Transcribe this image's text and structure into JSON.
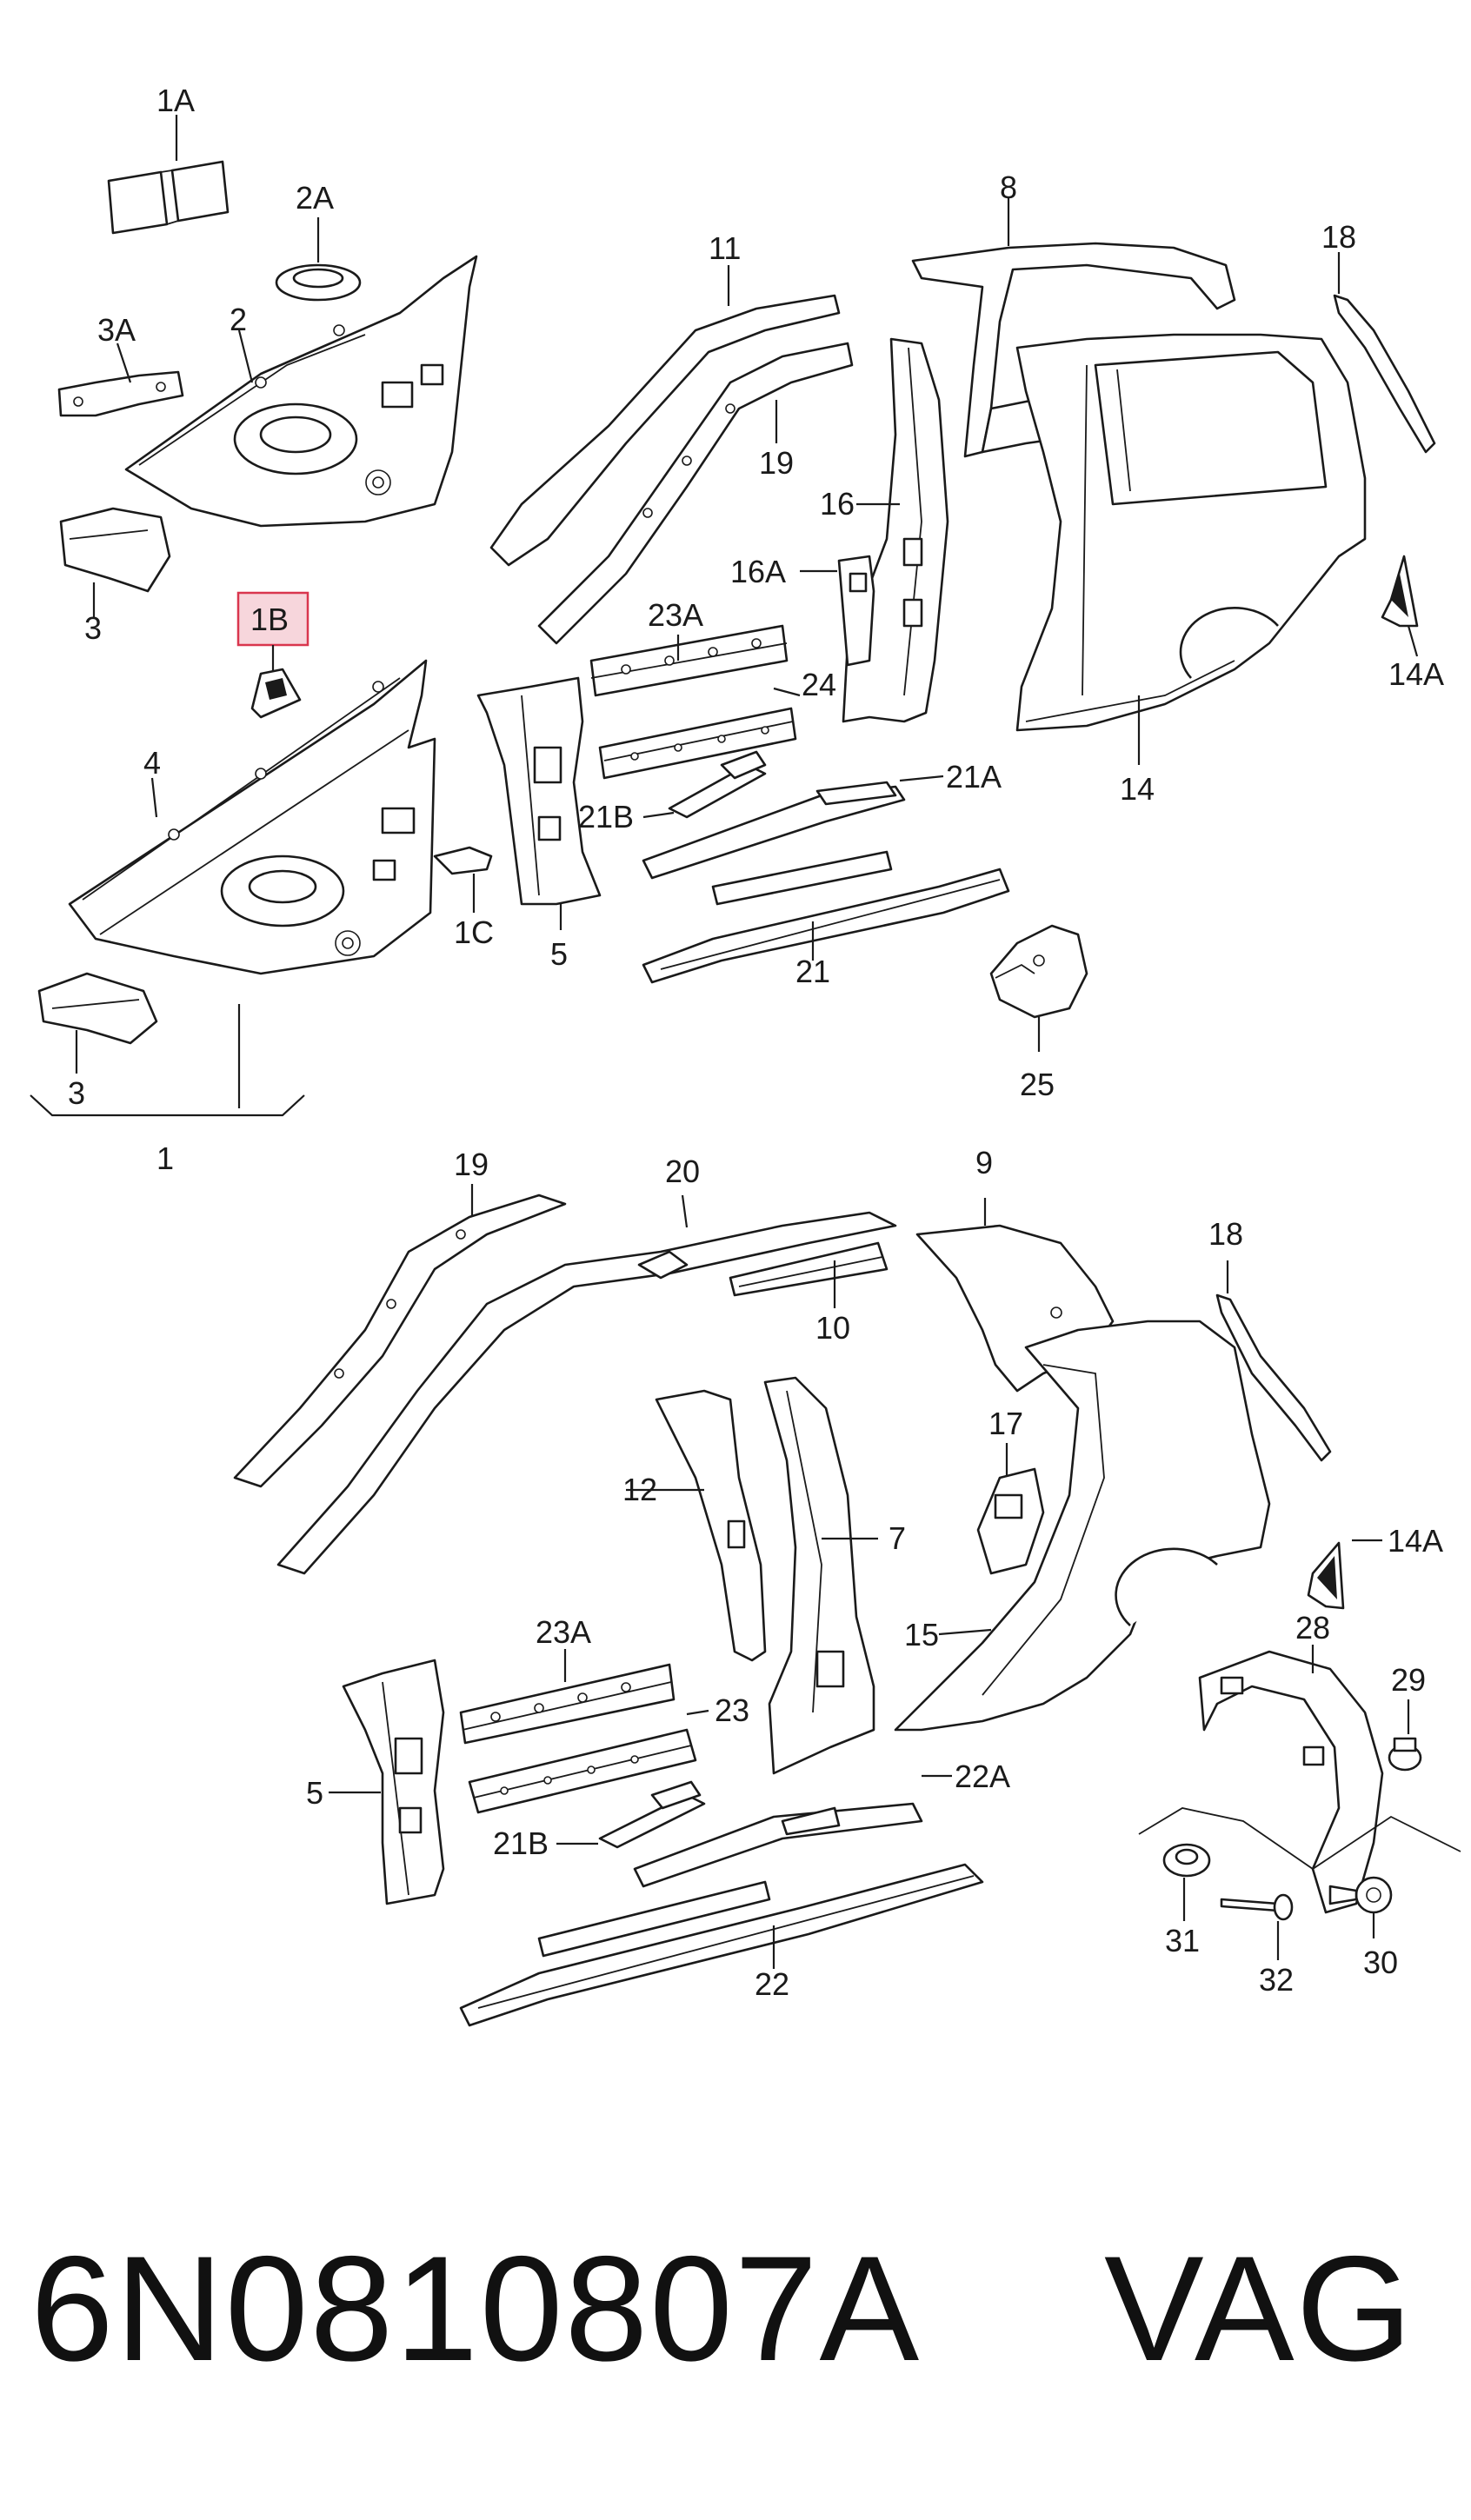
{
  "caption": {
    "part_number": "6N0810807A",
    "brand": "VAG"
  },
  "highlight_color": "#d9364e",
  "callouts": {
    "c1A": "1A",
    "c2A": "2A",
    "c2": "2",
    "c3A": "3A",
    "c3_top": "3",
    "c1B": "1B",
    "c4": "4",
    "c1C": "1C",
    "c3_bottom": "3",
    "c1": "1",
    "c11": "11",
    "c19_top": "19",
    "c8": "8",
    "c18_top": "18",
    "c16": "16",
    "c16A": "16A",
    "c23A_top": "23A",
    "c24": "24",
    "c21B_top": "21B",
    "c21A": "21A",
    "c5_top": "5",
    "c21": "21",
    "c14": "14",
    "c14A_top": "14A",
    "c25": "25",
    "c19_bottom": "19",
    "c20": "20",
    "c9": "9",
    "c10": "10",
    "c18_bottom": "18",
    "c12": "12",
    "c7": "7",
    "c17": "17",
    "c14A_bottom": "14A",
    "c15": "15",
    "c23A_bottom": "23A",
    "c23": "23",
    "c5_bottom": "5",
    "c22A": "22A",
    "c21B_bottom": "21B",
    "c22": "22",
    "c28": "28",
    "c29": "29",
    "c31": "31",
    "c32": "32",
    "c30": "30"
  }
}
